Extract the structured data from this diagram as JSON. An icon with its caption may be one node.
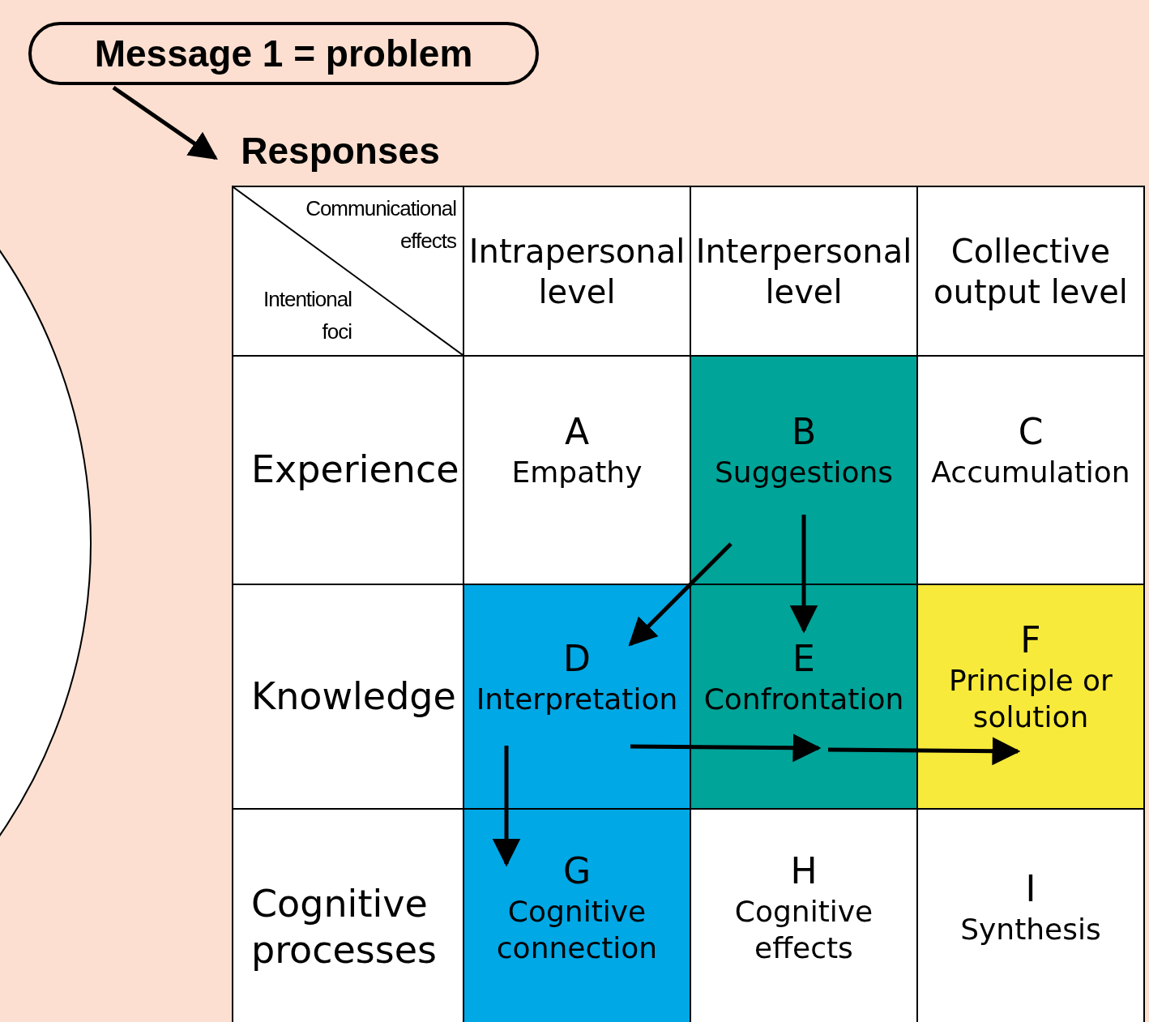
{
  "diagram": {
    "nodes": [
      {
        "text": [
          "Message 1 = problem"
        ]
      },
      {
        "text": [
          "Responses"
        ]
      },
      {
        "text": [
          "Communicational effects",
          "Intentional foci"
        ]
      },
      {
        "text": [
          "Intrapersonal level"
        ]
      },
      {
        "text": [
          "Interpersonal level"
        ]
      },
      {
        "text": [
          "Collective output level"
        ]
      },
      {
        "text": [
          "Experience"
        ]
      },
      {
        "text": [
          "A",
          "Empathy"
        ]
      },
      {
        "text": [
          "B",
          "Suggestions"
        ]
      },
      {
        "text": [
          "C",
          "Accumulation"
        ]
      },
      {
        "text": [
          "Knowledge"
        ]
      },
      {
        "text": [
          "D",
          "Interpretation"
        ]
      },
      {
        "text": [
          "E",
          "Confrontation"
        ]
      },
      {
        "text": [
          "F",
          "Principle or solution"
        ]
      },
      {
        "text": [
          "Cognitive processes"
        ]
      },
      {
        "text": [
          "G",
          "Cognitive connection"
        ]
      },
      {
        "text": [
          "H",
          "Cognitive effects"
        ]
      },
      {
        "text": [
          "I",
          "Synthesis"
        ]
      }
    ],
    "edges": [
      {
        "from": 0,
        "to": 1,
        "arrow": "to"
      },
      {
        "from": 8,
        "to": 11,
        "arrow": "to"
      },
      {
        "from": 8,
        "to": 12,
        "arrow": "to"
      },
      {
        "from": 11,
        "to": 12,
        "arrow": "to"
      },
      {
        "from": 12,
        "to": 13,
        "arrow": "to"
      },
      {
        "from": 11,
        "to": 15,
        "arrow": "to"
      }
    ]
  }
}
